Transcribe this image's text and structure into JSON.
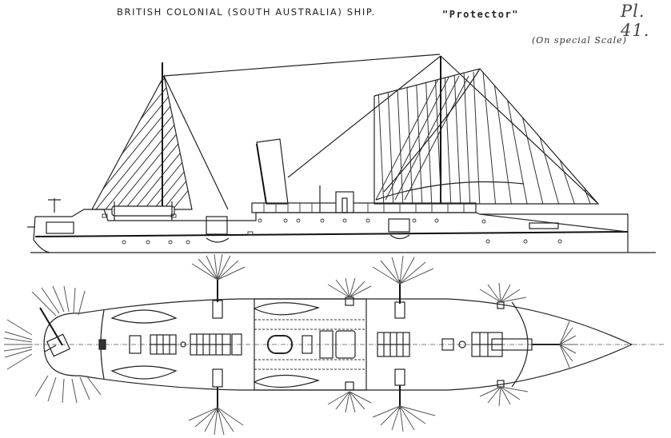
{
  "header": {
    "title": "BRITISH COLONIAL (SOUTH AUSTRALIA) SHIP.",
    "ship_name": "\"Protector\"",
    "plate_number": "Pl. 41.",
    "scale_note": "(On special Scale)"
  },
  "drawing": {
    "views": [
      {
        "name": "side-elevation",
        "description": "Profile of ship with two masts, sails, funnel"
      },
      {
        "name": "deck-plan",
        "description": "Plan view showing guns, boats, hatches and arcs of fire"
      }
    ],
    "line_color": "#222222",
    "background_color": "#ffffff"
  }
}
